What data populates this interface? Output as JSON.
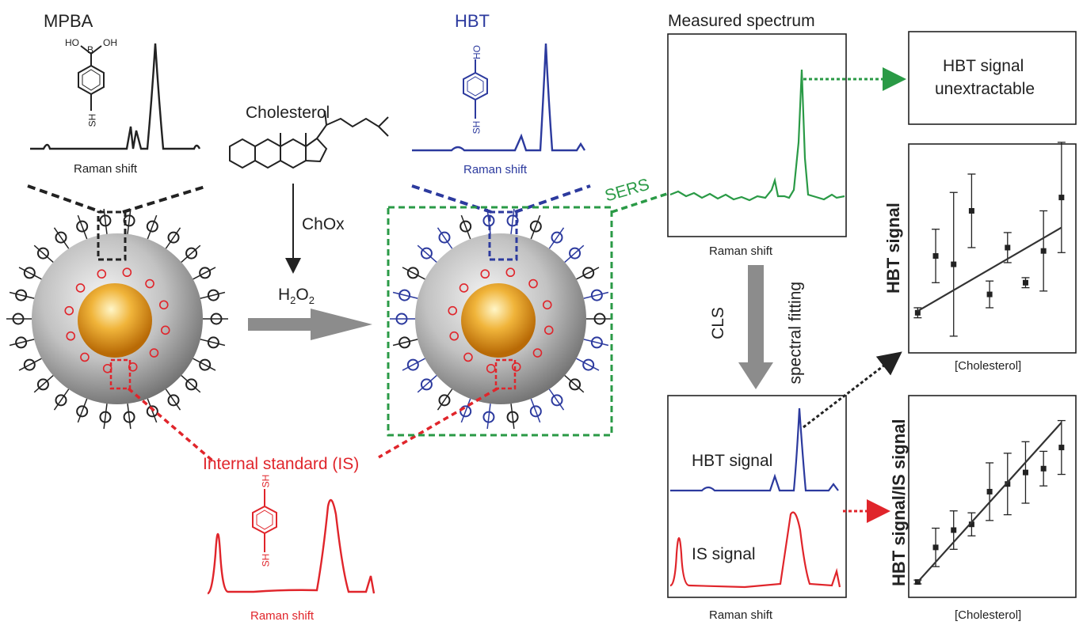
{
  "labels": {
    "mpba": "MPBA",
    "hbt": "HBT",
    "cholesterol": "Cholesterol",
    "chox": "ChOx",
    "h2o2_main": "H",
    "h2o2_sub1": "2",
    "h2o2_o": "O",
    "h2o2_sub2": "2",
    "raman_shift": "Raman shift",
    "sers": "SERS",
    "measured_spectrum": "Measured spectrum",
    "hbt_unextractable": "HBT signal\nunextractable",
    "hbt_unextractable_1": "HBT signal",
    "hbt_unextractable_2": "unextractable",
    "cls": "CLS",
    "spectral_fitting": "spectral fitting",
    "internal_standard": "Internal standard (IS)",
    "hbt_signal": "HBT signal",
    "is_signal": "IS signal",
    "hbt_signal_axis": "HBT signal",
    "ratio_axis": "HBT signal/IS signal",
    "cholesterol_axis": "[Cholesterol]",
    "mol_oh1": "HO",
    "mol_b": "B",
    "mol_oh2": "OH",
    "mol_sh": "SH",
    "mol_ho": "HO"
  },
  "colors": {
    "black": "#222222",
    "blue": "#2c3a9e",
    "red": "#e0252b",
    "green": "#2a9a46",
    "arrow_gray": "#8c8c8c",
    "shell_gray": "#b8b8b8",
    "core_gold": "#e49a1c"
  },
  "chart_data": [
    {
      "type": "scatter",
      "xlabel": "[Cholesterol]",
      "ylabel": "HBT signal",
      "points": [
        {
          "x": 1,
          "y": 0.9,
          "err": 0.3
        },
        {
          "x": 2,
          "y": 4.3,
          "err": 1.6
        },
        {
          "x": 3,
          "y": 3.8,
          "err": 4.3
        },
        {
          "x": 4,
          "y": 7.0,
          "err": 2.2
        },
        {
          "x": 5,
          "y": 2.0,
          "err": 0.8
        },
        {
          "x": 6,
          "y": 4.8,
          "err": 0.9
        },
        {
          "x": 7,
          "y": 2.7,
          "err": 0.3
        },
        {
          "x": 8,
          "y": 4.6,
          "err": 2.4
        },
        {
          "x": 9,
          "y": 7.8,
          "err": 3.3
        }
      ],
      "fit": {
        "x": [
          1,
          9
        ],
        "y": [
          1.0,
          6.0
        ]
      },
      "ylim": [
        -1.5,
        11
      ],
      "xlim": [
        0.5,
        9.8
      ]
    },
    {
      "type": "scatter",
      "xlabel": "[Cholesterol]",
      "ylabel": "HBT signal/IS signal",
      "points": [
        {
          "x": 1,
          "y": 0.3,
          "err": 0.1
        },
        {
          "x": 2,
          "y": 2.1,
          "err": 1.0
        },
        {
          "x": 3,
          "y": 3.0,
          "err": 1.0
        },
        {
          "x": 4,
          "y": 3.3,
          "err": 0.6
        },
        {
          "x": 5,
          "y": 5.0,
          "err": 1.5
        },
        {
          "x": 6,
          "y": 5.4,
          "err": 1.6
        },
        {
          "x": 7,
          "y": 6.0,
          "err": 1.6
        },
        {
          "x": 8,
          "y": 6.2,
          "err": 0.9
        },
        {
          "x": 9,
          "y": 7.3,
          "err": 1.4
        }
      ],
      "fit": {
        "x": [
          1,
          9
        ],
        "y": [
          0.3,
          8.6
        ]
      },
      "ylim": [
        -0.5,
        10
      ],
      "xlim": [
        0.5,
        9.8
      ]
    }
  ]
}
